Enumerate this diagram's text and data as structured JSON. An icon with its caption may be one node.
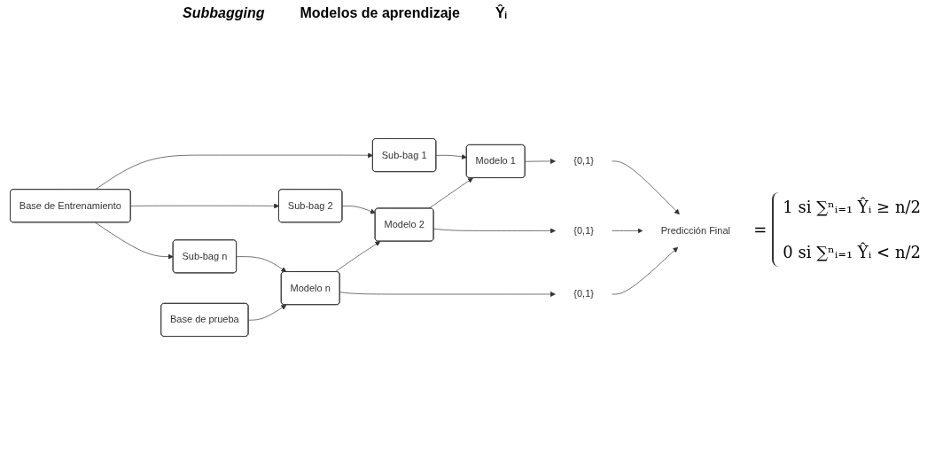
{
  "diagram": {
    "nodes": [
      {
        "text": [
          "Base de Entrenamiento"
        ]
      },
      {
        "text": [
          "Sub-bag 1"
        ]
      },
      {
        "text": [
          "Sub-bag 2"
        ]
      },
      {
        "text": [
          "Sub-bag n"
        ]
      },
      {
        "text": [
          "Modelo 1"
        ]
      },
      {
        "text": [
          "Modelo 2"
        ]
      },
      {
        "text": [
          "Modelo n"
        ]
      },
      {
        "text": [
          "Base de prueba"
        ]
      },
      {
        "text": [
          "{0,1}"
        ]
      },
      {
        "text": [
          "{0,1}"
        ]
      },
      {
        "text": [
          "{0,1}"
        ]
      },
      {
        "text": [
          "Predicción Final"
        ]
      }
    ],
    "edges": [
      {
        "from": 0,
        "to": 1,
        "arrow": "to"
      },
      {
        "from": 0,
        "to": 2,
        "arrow": "to"
      },
      {
        "from": 0,
        "to": 3,
        "arrow": "to"
      },
      {
        "from": 1,
        "to": 4,
        "arrow": "to"
      },
      {
        "from": 2,
        "to": 5,
        "arrow": "to"
      },
      {
        "from": 3,
        "to": 6,
        "arrow": "to"
      },
      {
        "from": 6,
        "to": 5,
        "arrow": "to"
      },
      {
        "from": 5,
        "to": 4,
        "arrow": "to"
      },
      {
        "from": 7,
        "to": 6,
        "arrow": "to"
      },
      {
        "from": 4,
        "to": 8,
        "arrow": "to"
      },
      {
        "from": 5,
        "to": 9,
        "arrow": "to"
      },
      {
        "from": 6,
        "to": 10,
        "arrow": "to"
      },
      {
        "from": 8,
        "to": 11,
        "arrow": "to"
      },
      {
        "from": 9,
        "to": 11,
        "arrow": "to"
      },
      {
        "from": 10,
        "to": 11,
        "arrow": "to"
      }
    ],
    "labels": [
      "Subbagging",
      "Modelos de aprendizaje",
      "Ŷᵢ",
      "=",
      "1 si ∑ⁿᵢ₌₁ Ŷᵢ ≥ n/2",
      "0 si ∑ⁿᵢ₌₁ Ŷᵢ < n/2"
    ]
  }
}
